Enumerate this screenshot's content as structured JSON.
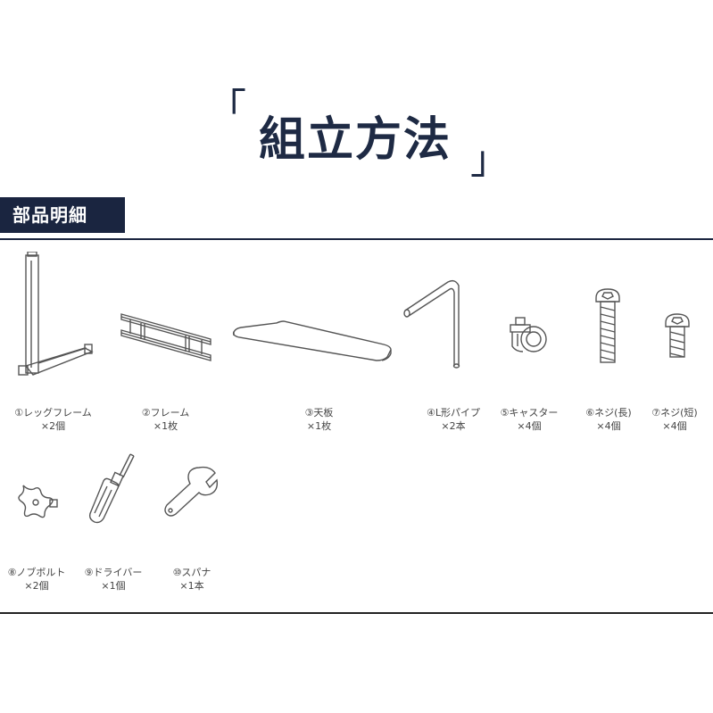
{
  "header": {
    "bracket_open": "「",
    "title": "組立方法",
    "bracket_close": "」"
  },
  "section": {
    "label": "部品明細"
  },
  "parts": [
    {
      "name": "①レッグフレーム",
      "qty": "×2個",
      "icon": "leg-frame-icon"
    },
    {
      "name": "②フレーム",
      "qty": "×1枚",
      "icon": "frame-icon"
    },
    {
      "name": "③天板",
      "qty": "×1枚",
      "icon": "tabletop-icon"
    },
    {
      "name": "④L形パイプ",
      "qty": "×2本",
      "icon": "l-pipe-icon"
    },
    {
      "name": "⑤キャスター",
      "qty": "×4個",
      "icon": "caster-icon"
    },
    {
      "name": "⑥ネジ(長)",
      "qty": "×4個",
      "icon": "long-screw-icon"
    },
    {
      "name": "⑦ネジ(短)",
      "qty": "×4個",
      "icon": "short-screw-icon"
    },
    {
      "name": "⑧ノブボルト",
      "qty": "×2個",
      "icon": "knob-bolt-icon"
    },
    {
      "name": "⑨ドライバー",
      "qty": "×1個",
      "icon": "screwdriver-icon"
    },
    {
      "name": "⑩スパナ",
      "qty": "×1本",
      "icon": "spanner-icon"
    }
  ],
  "colors": {
    "accent": "#1a2540",
    "line": "#555555"
  }
}
